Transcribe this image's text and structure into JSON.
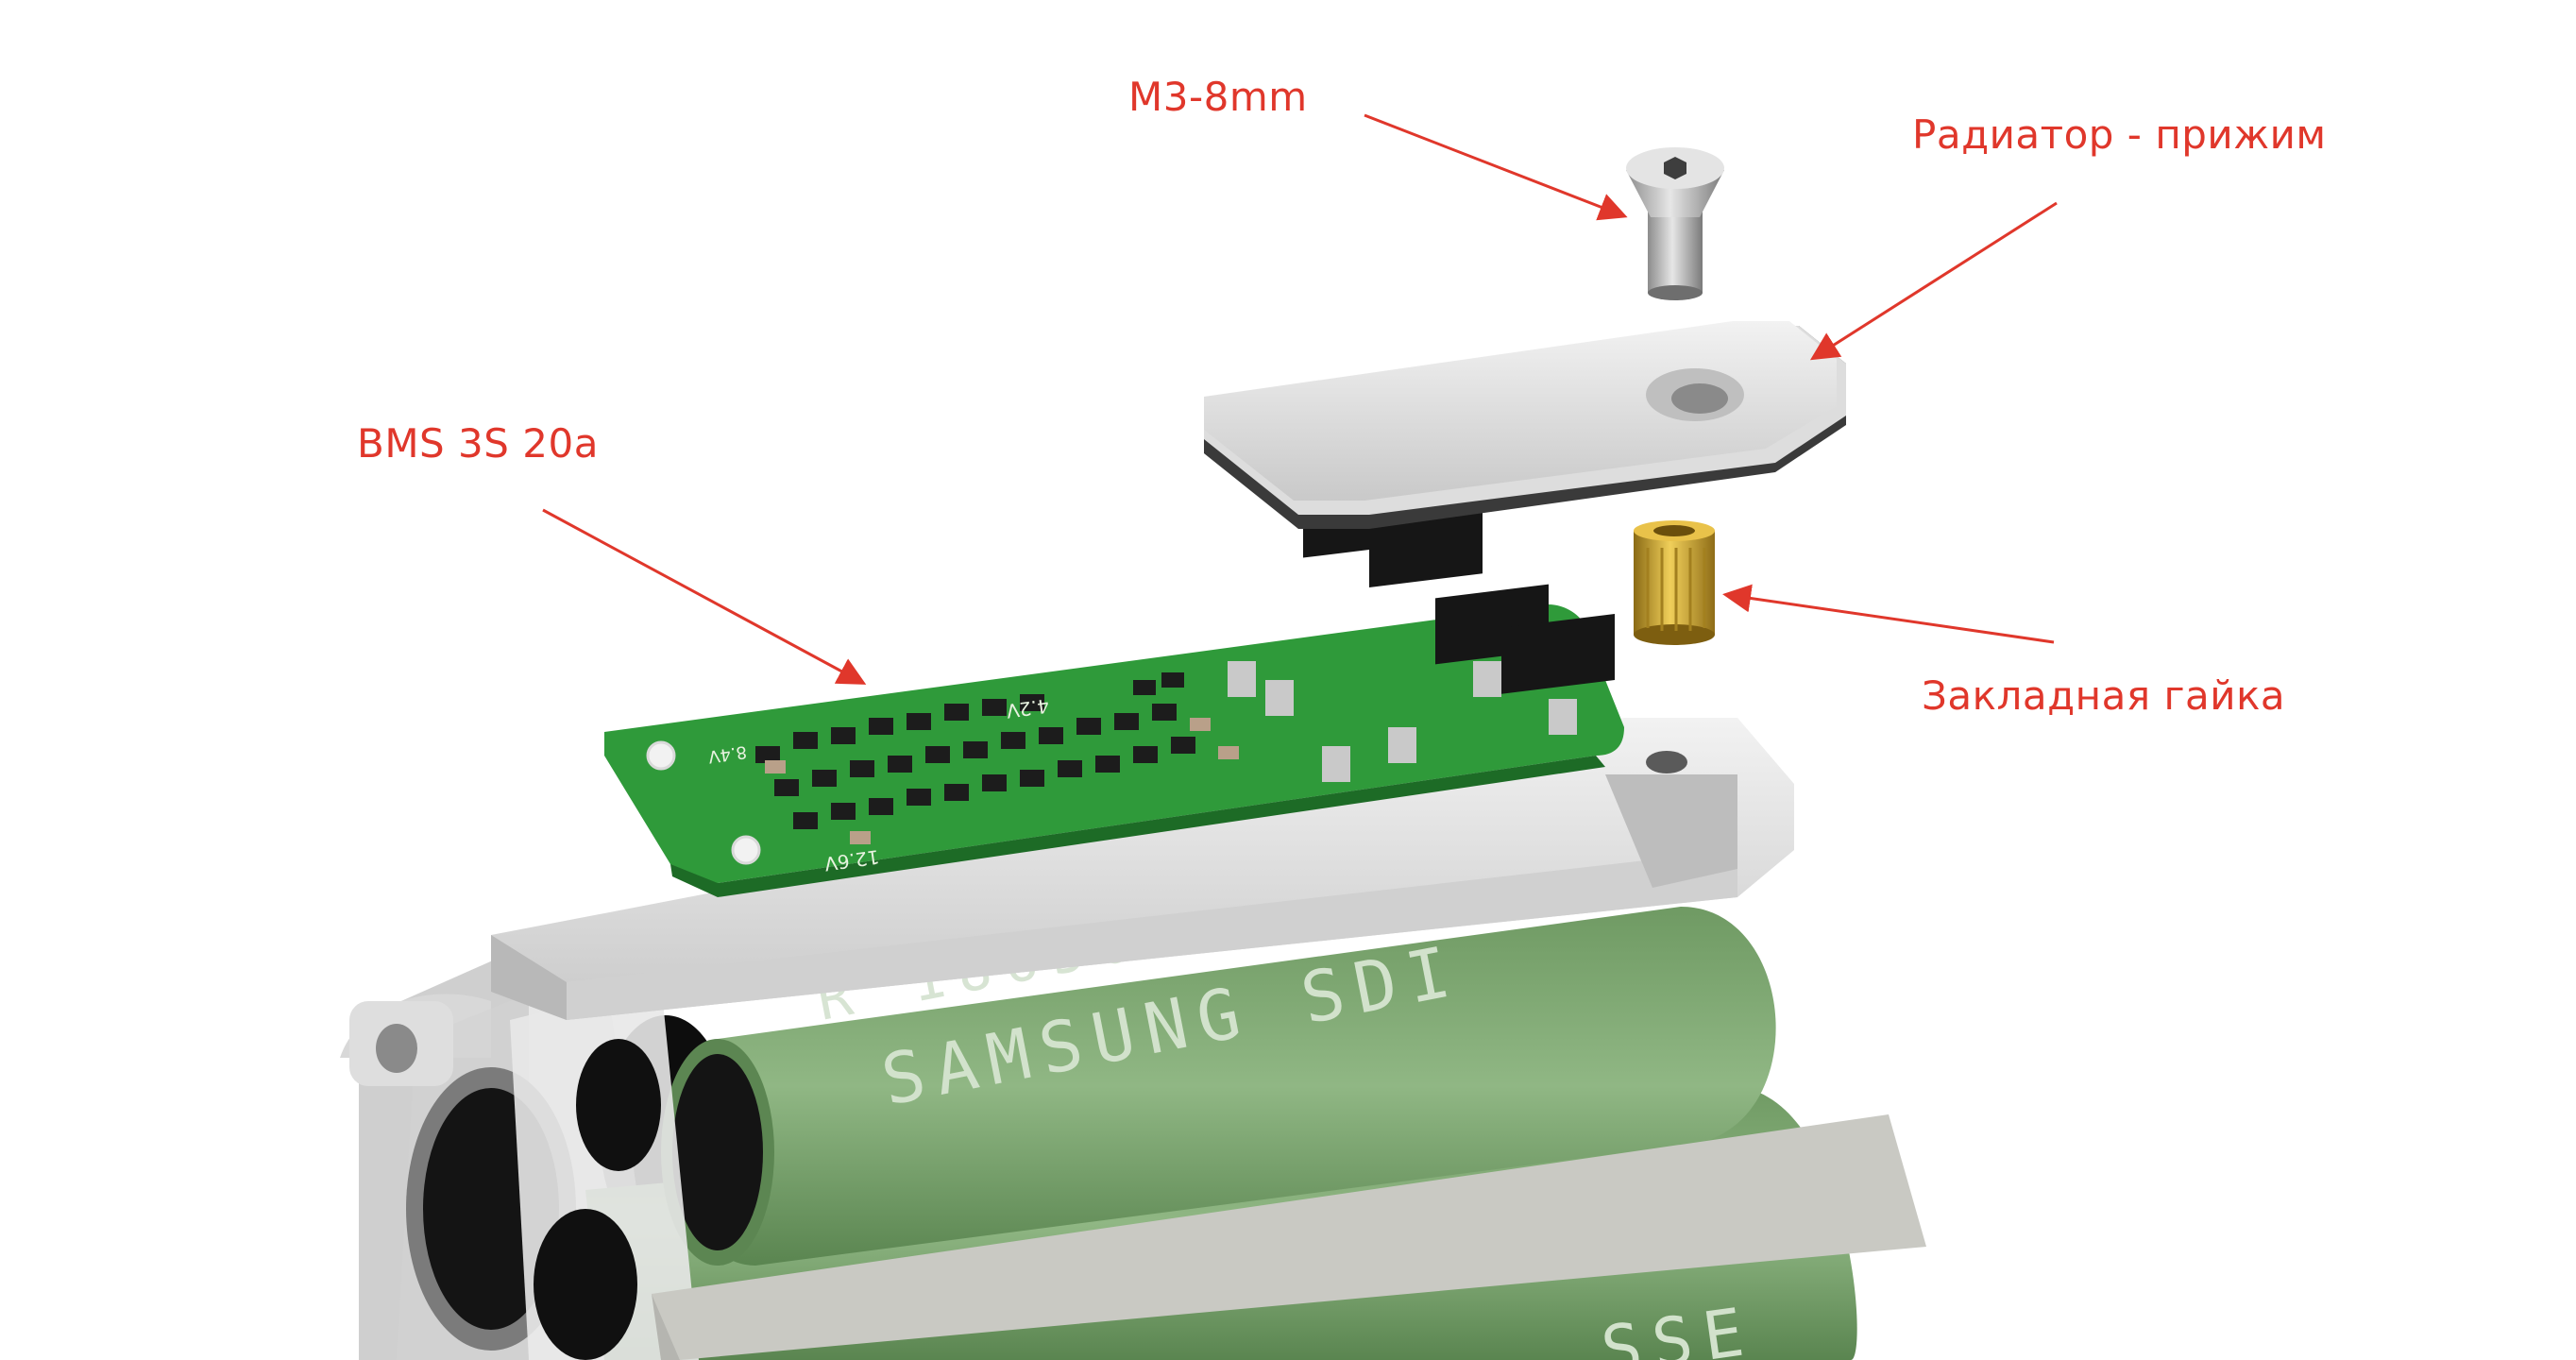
{
  "labels": {
    "screw": "M3-8mm",
    "radiator": "Радиатор - прижим",
    "bms": "BMS 3S 20a",
    "nut": "Закладная гайка"
  },
  "pcb": {
    "silk_left": "12.6V",
    "silk_mid": "4.2V",
    "silk_top": "8.4V"
  },
  "battery": {
    "brand": "SAMSUNG SDI",
    "model_partial": "R 18650 25R",
    "bottom_partial": "SSE"
  },
  "colors": {
    "annotation": "#e0372b",
    "pcb_green": "#2f9a3a",
    "cell_green": "#7fa873",
    "plastic": "#e2e2e2",
    "brass": "#c9a233"
  }
}
